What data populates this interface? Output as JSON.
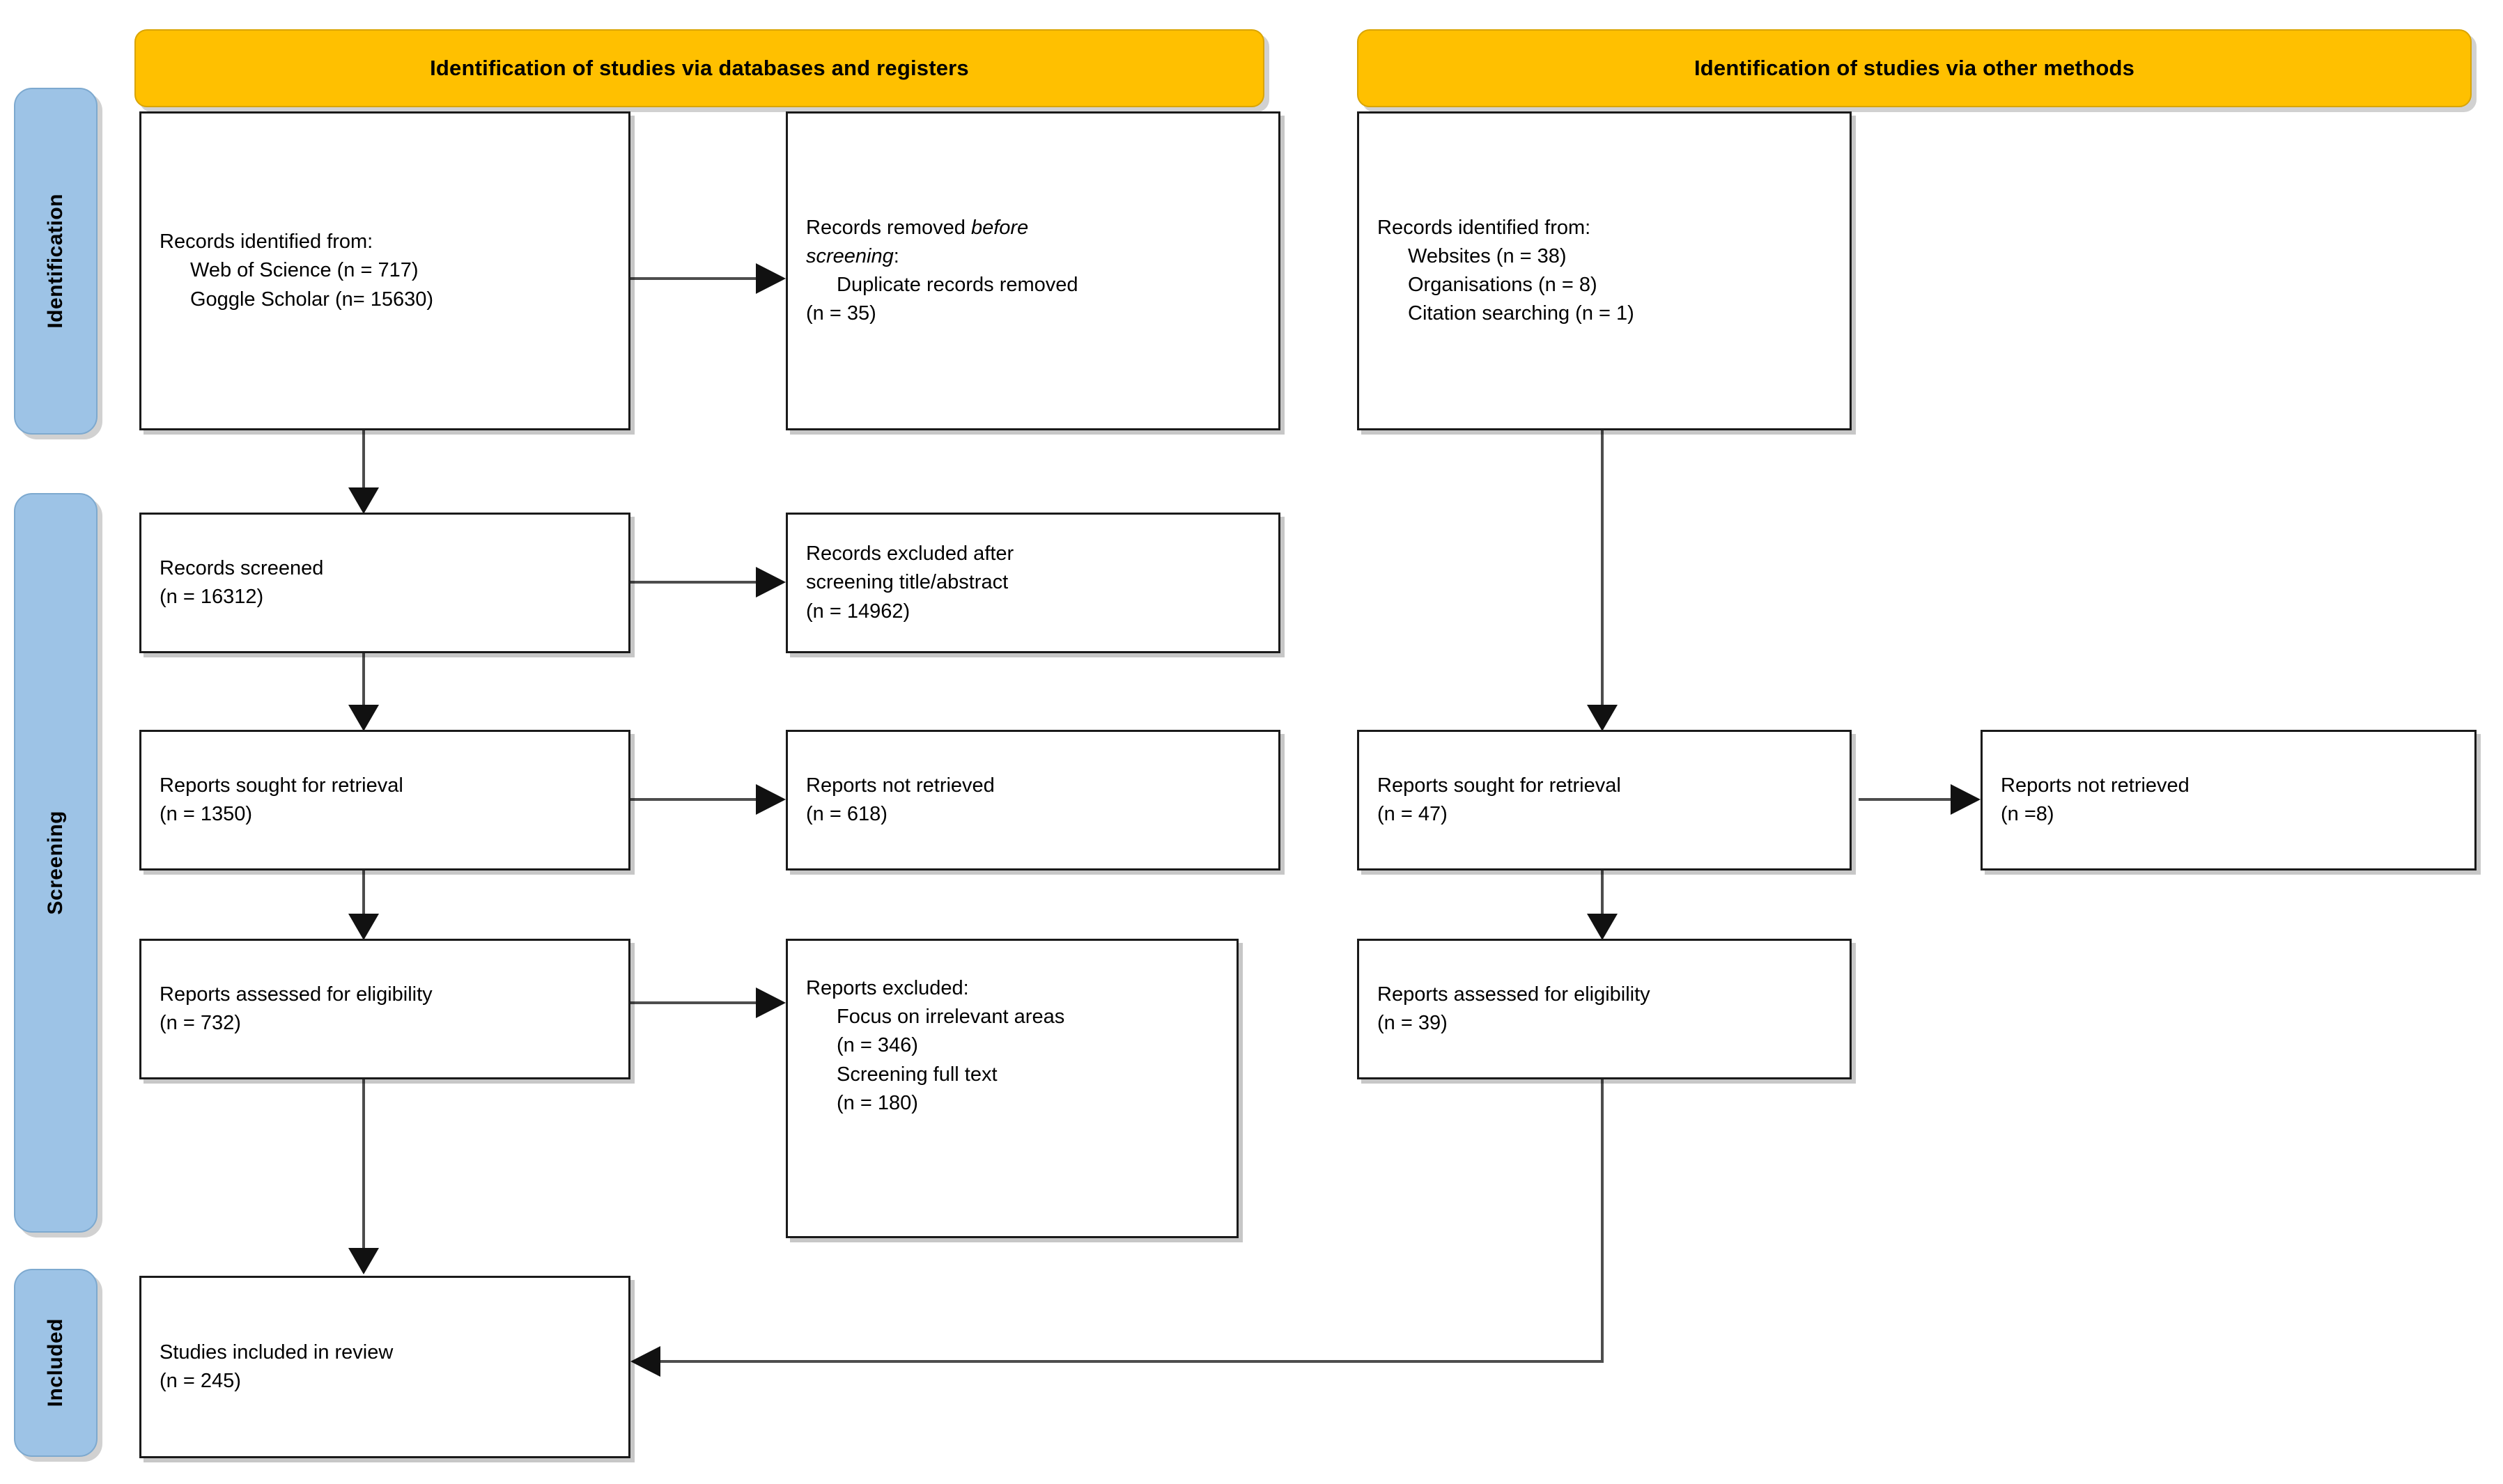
{
  "diagram": {
    "type": "prisma-flow-diagram",
    "title_banners": [
      {
        "id": "banner-databases",
        "label": "Identification of studies via databases and registers"
      },
      {
        "id": "banner-other",
        "label": "Identification of studies via other methods"
      }
    ],
    "stage_labels": [
      {
        "id": "stage-identification",
        "label": "Identification"
      },
      {
        "id": "stage-screening",
        "label": "Screening"
      },
      {
        "id": "stage-included",
        "label": "Included"
      }
    ],
    "colors": {
      "banner_fill": "#ffc000",
      "banner_border": "#d9a400",
      "stage_fill": "#9dc3e6",
      "stage_border": "#7da9cf",
      "box_border": "#1a1a1a",
      "connector": "#4d4d4d",
      "page_background": "#ffffff"
    },
    "boxes": [
      {
        "id": "db-identified",
        "column": "databases",
        "stage": "Identification",
        "lines": [
          {
            "text": "Records identified from:",
            "indent": false
          },
          {
            "text": "Web of Science (n = 717)",
            "indent": true
          },
          {
            "text": "Goggle Scholar (n= 15630)",
            "indent": true
          }
        ]
      },
      {
        "id": "db-removed-before-screening",
        "column": "databases-side",
        "stage": "Identification",
        "lines": [
          {
            "text": "Records removed ",
            "italic_suffix": "before",
            "indent": false
          },
          {
            "text": "screening",
            "italic_prefix": true,
            "suffix": ":",
            "indent": false
          },
          {
            "text": "Duplicate records removed",
            "indent": true
          },
          {
            "text": "(n = 35)",
            "indent": false
          }
        ]
      },
      {
        "id": "records-screened",
        "column": "databases",
        "stage": "Screening",
        "lines": [
          {
            "text": "Records screened",
            "indent": false
          },
          {
            "text": "(n = 16312)",
            "indent": false
          }
        ]
      },
      {
        "id": "records-excluded",
        "column": "databases-side",
        "stage": "Screening",
        "lines": [
          {
            "text": "Records excluded after",
            "indent": false
          },
          {
            "text": "screening title/abstract",
            "indent": false
          },
          {
            "text": "(n = 14962)",
            "indent": false
          }
        ]
      },
      {
        "id": "db-reports-sought",
        "column": "databases",
        "stage": "Screening",
        "lines": [
          {
            "text": "Reports sought for retrieval",
            "indent": false
          },
          {
            "text": "(n = 1350)",
            "indent": false
          }
        ]
      },
      {
        "id": "db-reports-not-retrieved",
        "column": "databases-side",
        "stage": "Screening",
        "lines": [
          {
            "text": "Reports not retrieved",
            "indent": false
          },
          {
            "text": "(n = 618)",
            "indent": false
          }
        ]
      },
      {
        "id": "db-reports-assessed",
        "column": "databases",
        "stage": "Screening",
        "lines": [
          {
            "text": "Reports assessed for eligibility",
            "indent": false
          },
          {
            "text": "(n = 732)",
            "indent": false
          }
        ]
      },
      {
        "id": "db-reports-excluded",
        "column": "databases-side",
        "stage": "Screening",
        "lines": [
          {
            "text": "Reports excluded:",
            "indent": false
          },
          {
            "text": "Focus on irrelevant areas",
            "indent": true
          },
          {
            "text": "(n = 346)",
            "indent": true
          },
          {
            "text": "Screening full text",
            "indent": true
          },
          {
            "text": "(n = 180)",
            "indent": true
          }
        ]
      },
      {
        "id": "studies-included",
        "column": "databases",
        "stage": "Included",
        "lines": [
          {
            "text": "Studies included in review",
            "indent": false
          },
          {
            "text": "(n = 245)",
            "indent": false
          }
        ]
      },
      {
        "id": "other-identified",
        "column": "other",
        "stage": "Identification",
        "lines": [
          {
            "text": "Records identified from:",
            "indent": false
          },
          {
            "text": "Websites (n = 38)",
            "indent": true
          },
          {
            "text": "Organisations (n = 8)",
            "indent": true
          },
          {
            "text": "Citation searching (n = 1)",
            "indent": true
          }
        ]
      },
      {
        "id": "other-reports-sought",
        "column": "other",
        "stage": "Screening",
        "lines": [
          {
            "text": "Reports sought for retrieval",
            "indent": false
          },
          {
            "text": "(n = 47)",
            "indent": false
          }
        ]
      },
      {
        "id": "other-reports-not-retrieved",
        "column": "other-side",
        "stage": "Screening",
        "lines": [
          {
            "text": "Reports not retrieved",
            "indent": false
          },
          {
            "text": "(n =8)",
            "indent": false
          }
        ]
      },
      {
        "id": "other-reports-assessed",
        "column": "other",
        "stage": "Screening",
        "lines": [
          {
            "text": "Reports assessed for eligibility",
            "indent": false
          },
          {
            "text": "(n = 39)",
            "indent": false
          }
        ]
      }
    ],
    "counts": {
      "web_of_science": 717,
      "google_scholar": 15630,
      "duplicates_removed": 35,
      "records_screened": 16312,
      "records_excluded_title_abstract": 14962,
      "db_reports_sought": 1350,
      "db_reports_not_retrieved": 618,
      "db_reports_assessed": 732,
      "excluded_irrelevant_areas": 346,
      "excluded_screening_full_text": 180,
      "studies_included": 245,
      "websites": 38,
      "organisations": 8,
      "citation_searching": 1,
      "other_reports_sought": 47,
      "other_reports_not_retrieved": 8,
      "other_reports_assessed": 39
    }
  }
}
